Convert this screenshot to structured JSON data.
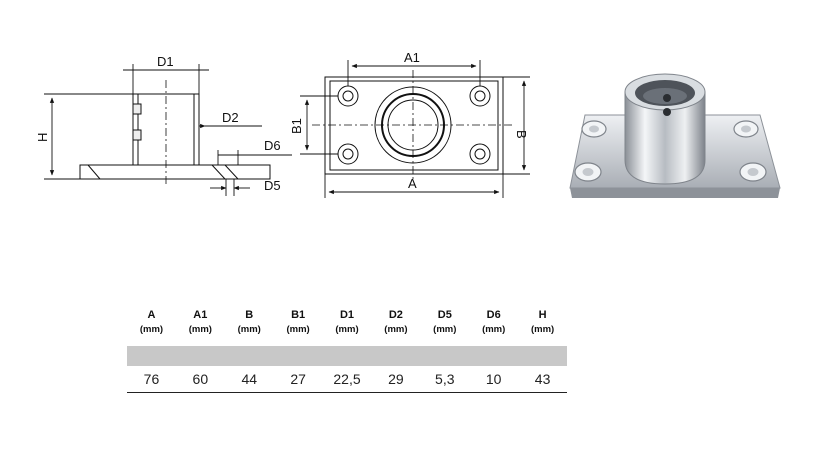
{
  "drawing_labels": {
    "side": {
      "d1": "D1",
      "d2": "D2",
      "d6": "D6",
      "d5": "D5",
      "h": "H"
    },
    "top": {
      "a1": "A1",
      "a": "A",
      "b": "B",
      "b1": "B1"
    }
  },
  "spec_table": {
    "columns": [
      {
        "name": "A",
        "unit": "(mm)"
      },
      {
        "name": "A1",
        "unit": "(mm)"
      },
      {
        "name": "B",
        "unit": "(mm)"
      },
      {
        "name": "B1",
        "unit": "(mm)"
      },
      {
        "name": "D1",
        "unit": "(mm)"
      },
      {
        "name": "D2",
        "unit": "(mm)"
      },
      {
        "name": "D5",
        "unit": "(mm)"
      },
      {
        "name": "D6",
        "unit": "(mm)"
      },
      {
        "name": "H",
        "unit": "(mm)"
      }
    ],
    "values": [
      "76",
      "60",
      "44",
      "27",
      "22,5",
      "29",
      "5,3",
      "10",
      "43"
    ]
  }
}
